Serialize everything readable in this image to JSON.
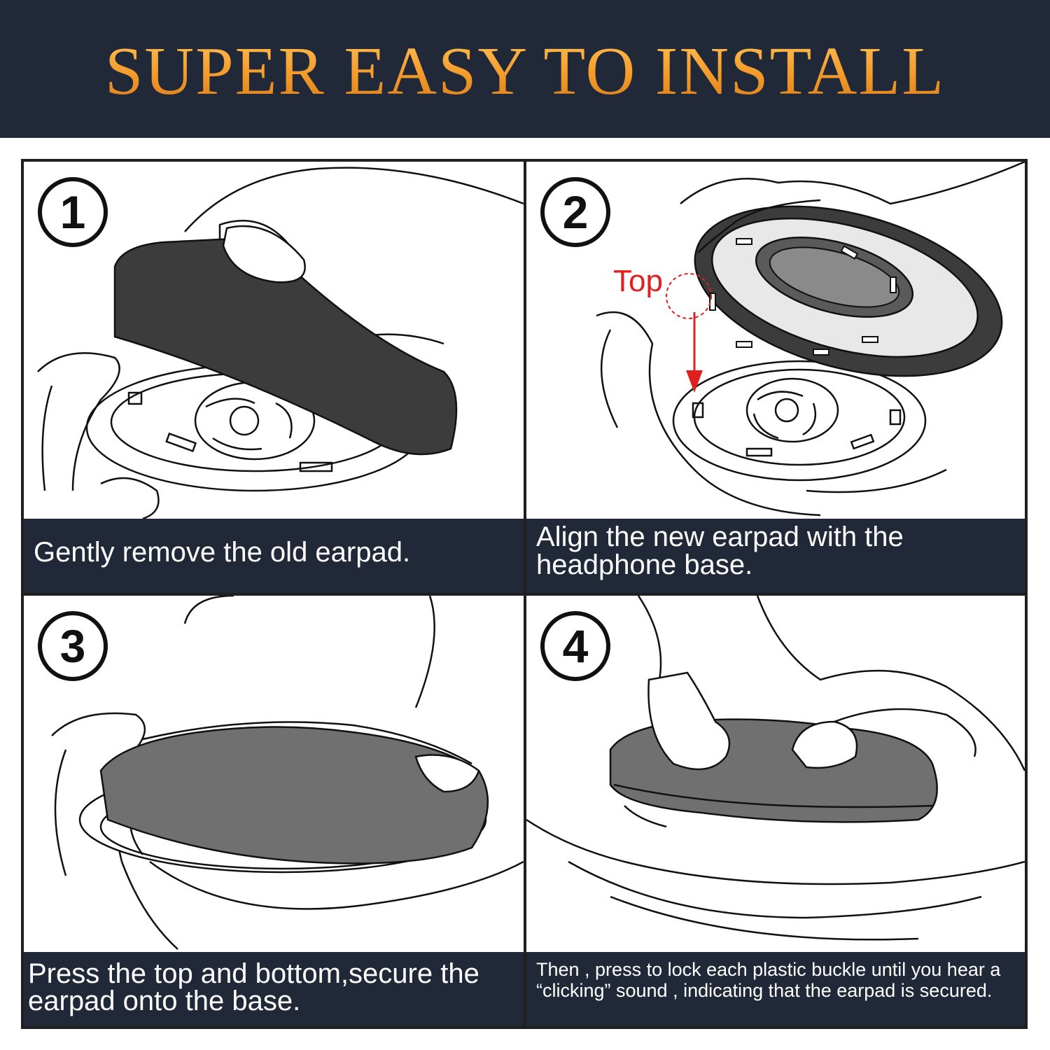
{
  "banner": {
    "title": "SUPER EASY TO INSTALL"
  },
  "steps": [
    {
      "number": "1",
      "caption": "Gently remove the old earpad."
    },
    {
      "number": "2",
      "caption": "Align the new earpad with the headphone base.",
      "callout": "Top"
    },
    {
      "number": "3",
      "caption": "Press the top and bottom,secure the earpad onto the base."
    },
    {
      "number": "4",
      "caption": "Then , press to lock each plastic buckle until you hear a “clicking” sound , indicating that the earpad is secured."
    }
  ],
  "colors": {
    "banner_bg": "#212838",
    "title_gold": "#f0a43a",
    "earpad_dark": "#3c3c3c",
    "earpad_gray": "#6e6e6e",
    "arrow_red": "#e02020"
  }
}
